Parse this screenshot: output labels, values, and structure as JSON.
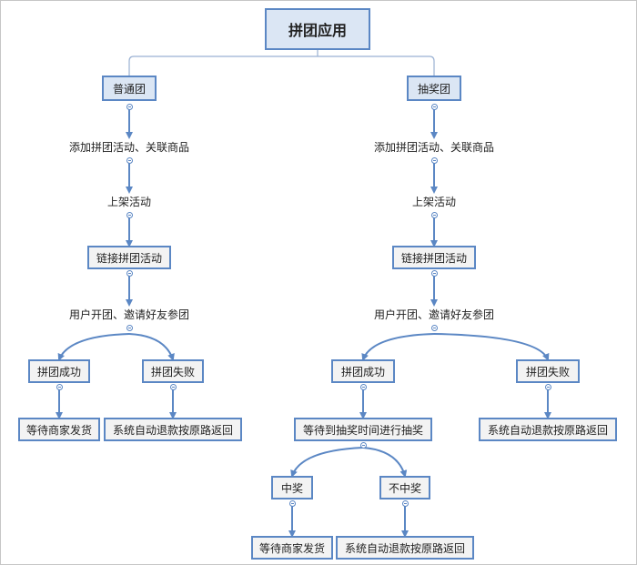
{
  "colors": {
    "accent": "#5b87c4",
    "box_fill": "#f3f3f3",
    "box_fill_blue": "#dbe6f4"
  },
  "nodes": [
    {
      "id": "root",
      "text": "拼团应用",
      "kind": "root"
    },
    {
      "id": "L1",
      "text": "普通团",
      "kind": "box-blue"
    },
    {
      "id": "R1",
      "text": "抽奖团",
      "kind": "box-blue"
    },
    {
      "id": "L2",
      "text": "添加拼团活动、关联商品",
      "kind": "text"
    },
    {
      "id": "R2",
      "text": "添加拼团活动、关联商品",
      "kind": "text"
    },
    {
      "id": "L3",
      "text": "上架活动",
      "kind": "text"
    },
    {
      "id": "R3",
      "text": "上架活动",
      "kind": "text"
    },
    {
      "id": "L4",
      "text": "链接拼团活动",
      "kind": "box"
    },
    {
      "id": "R4",
      "text": "链接拼团活动",
      "kind": "box"
    },
    {
      "id": "L5",
      "text": "用户开团、邀请好友参团",
      "kind": "text"
    },
    {
      "id": "R5",
      "text": "用户开团、邀请好友参团",
      "kind": "text"
    },
    {
      "id": "L6a",
      "text": "拼团成功",
      "kind": "box"
    },
    {
      "id": "L6b",
      "text": "拼团失败",
      "kind": "box"
    },
    {
      "id": "R6a",
      "text": "拼团成功",
      "kind": "box"
    },
    {
      "id": "R6b",
      "text": "拼团失败",
      "kind": "box"
    },
    {
      "id": "L7a",
      "text": "等待商家发货",
      "kind": "box"
    },
    {
      "id": "L7b",
      "text": "系统自动退款按原路返回",
      "kind": "box"
    },
    {
      "id": "R7a",
      "text": "等待到抽奖时间进行抽奖",
      "kind": "box"
    },
    {
      "id": "R7b",
      "text": "系统自动退款按原路返回",
      "kind": "box"
    },
    {
      "id": "R8a",
      "text": "中奖",
      "kind": "box"
    },
    {
      "id": "R8b",
      "text": "不中奖",
      "kind": "box"
    },
    {
      "id": "R9a",
      "text": "等待商家发货",
      "kind": "box"
    },
    {
      "id": "R9b",
      "text": "系统自动退款按原路返回",
      "kind": "box"
    }
  ]
}
